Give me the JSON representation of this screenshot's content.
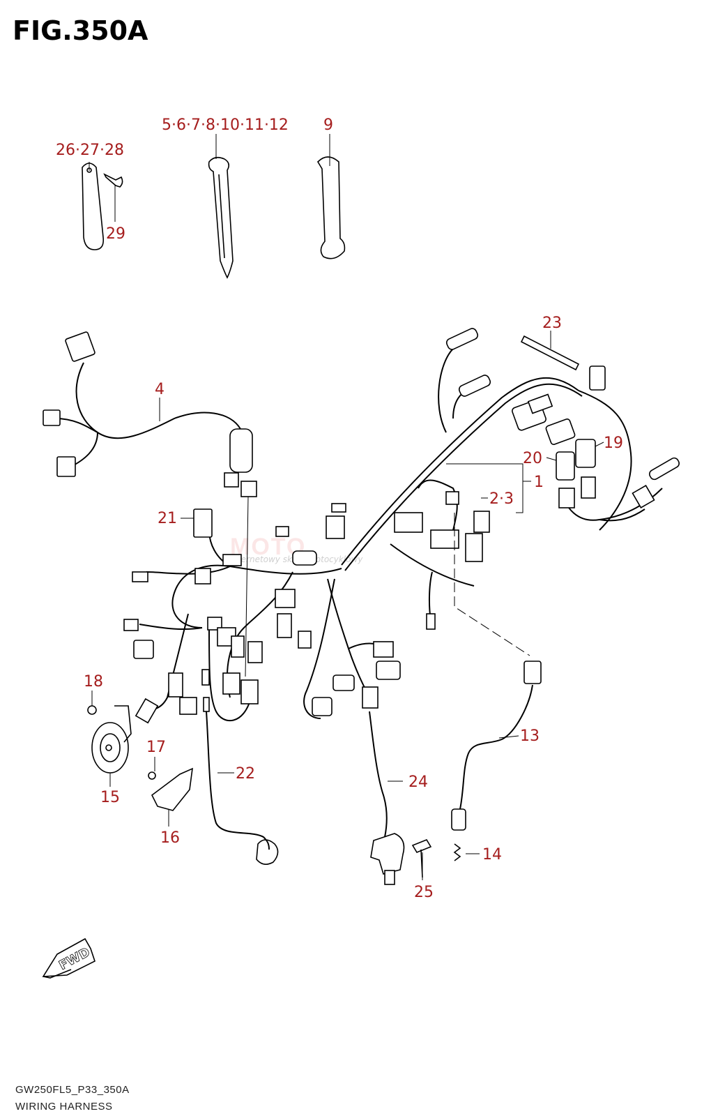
{
  "figure": {
    "title": "FIG.350A",
    "code": "GW250FL5_P33_350A",
    "name": "WIRING HARNESS",
    "fwd_label": "FWD",
    "watermark": "MOTO",
    "watermark_sub": "internetowy sklep motocyklowy"
  },
  "callouts": {
    "c1": "1",
    "c2_3": "2·3",
    "c4": "4",
    "c5_12": "5·6·7·8·10·11·12",
    "c9": "9",
    "c13": "13",
    "c14": "14",
    "c15": "15",
    "c16": "16",
    "c17": "17",
    "c18": "18",
    "c19": "19",
    "c20": "20",
    "c21": "21",
    "c22": "22",
    "c23": "23",
    "c24": "24",
    "c25": "25",
    "c26_28": "26·27·28",
    "c29": "29"
  },
  "colors": {
    "callout": "#a51d1d",
    "line": "#000000",
    "watermark": "#e43b3b"
  }
}
